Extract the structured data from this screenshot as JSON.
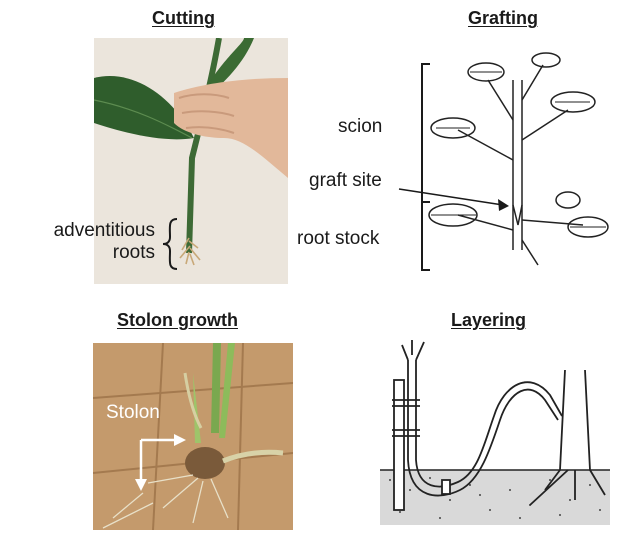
{
  "panels": {
    "cutting": {
      "title": "Cutting",
      "label_line1": "adventitious",
      "label_line2": "roots"
    },
    "grafting": {
      "title": "Grafting",
      "scion_label": "scion",
      "graft_site_label": "graft site",
      "root_stock_label": "root stock"
    },
    "stolon": {
      "title": "Stolon growth",
      "stolon_label": "Stolon"
    },
    "layering": {
      "title": "Layering"
    }
  },
  "colors": {
    "cutting_bg": "#ebe5dc",
    "leaf": "#2f5d2c",
    "skin": "#e2b89a",
    "tile": "#c49a6c",
    "soil": "#6b4a2b",
    "line_art": "#222222"
  },
  "icons": [
    "curly-brace-icon",
    "arrow-icon"
  ]
}
